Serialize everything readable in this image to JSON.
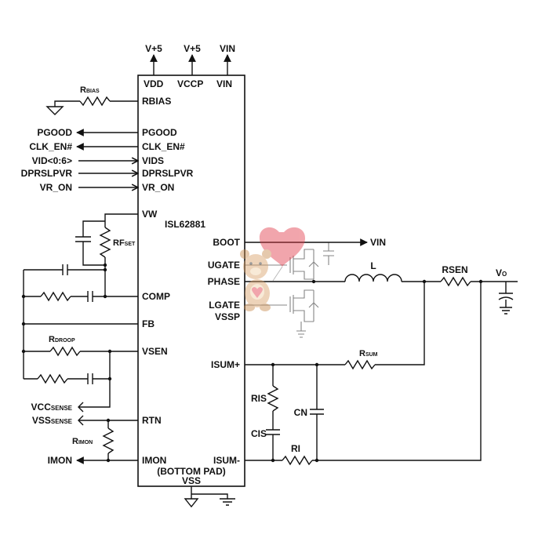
{
  "ic": {
    "part_number": "ISL62881",
    "pins_top": [
      "VDD",
      "VCCP",
      "VIN"
    ],
    "pins_left": [
      "RBIAS",
      "PGOOD",
      "CLK_EN#",
      "VIDS",
      "DPRSLPVR",
      "VR_ON",
      "VW",
      "COMP",
      "FB",
      "VSEN",
      "RTN",
      "IMON"
    ],
    "pins_right": [
      "BOOT",
      "UGATE",
      "PHASE",
      "LGATE",
      "VSSP",
      "ISUM+",
      "ISUM-"
    ],
    "bottom_pad": "(BOTTOM PAD)",
    "vss": "VSS"
  },
  "supplies": [
    "V+5",
    "V+5",
    "VIN"
  ],
  "signals": {
    "pgood": "PGOOD",
    "clk_en": "CLK_EN#",
    "vid": "VID<0:6>",
    "dprslpvr": "DPRSLPVR",
    "vr_on": "VR_ON",
    "vcc_sense": "VCC",
    "vcc_sense_sub": "SENSE",
    "vss_sense": "VSS",
    "vss_sense_sub": "SENSE",
    "imon": "IMON",
    "vin_out": "VIN",
    "vo": "V",
    "vo_sub": "O"
  },
  "components": {
    "rbias": "R",
    "rbias_sub": "BIAS",
    "rfset": "RF",
    "rfset_sub": "SET",
    "rdroop": "R",
    "rdroop_sub": "DROOP",
    "rimon": "R",
    "rimon_sub": "IMON",
    "rsum": "R",
    "rsum_sub": "SUM",
    "l": "L",
    "rsen": "RSEN",
    "ris": "RIS",
    "cis": "CIS",
    "cn": "CN",
    "ri": "RI"
  }
}
